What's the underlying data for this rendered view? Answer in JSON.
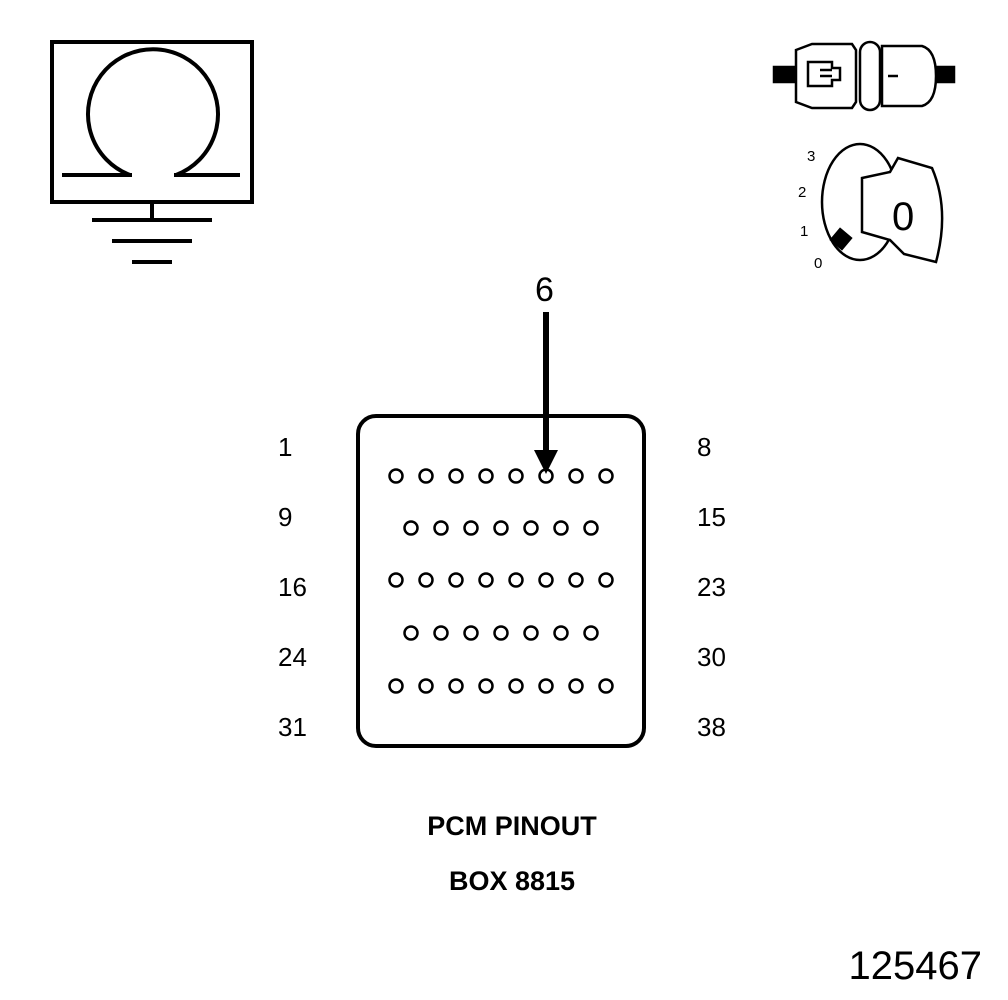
{
  "meter_icon": {
    "name": "ohmmeter-icon"
  },
  "connector_icon": {
    "name": "connector-disconnect-icon"
  },
  "ignition": {
    "name": "ignition-key-icon",
    "positions": [
      "3",
      "2",
      "1",
      "0"
    ],
    "key_label": "0"
  },
  "target_pin": "6",
  "connector": {
    "rows": [
      8,
      7,
      8,
      7,
      8
    ],
    "left_labels": [
      "1",
      "9",
      "16",
      "24",
      "31"
    ],
    "right_labels": [
      "8",
      "15",
      "23",
      "30",
      "38"
    ]
  },
  "caption": {
    "line1": "PCM PINOUT",
    "line2": "BOX 8815"
  },
  "figure_number": "125467"
}
